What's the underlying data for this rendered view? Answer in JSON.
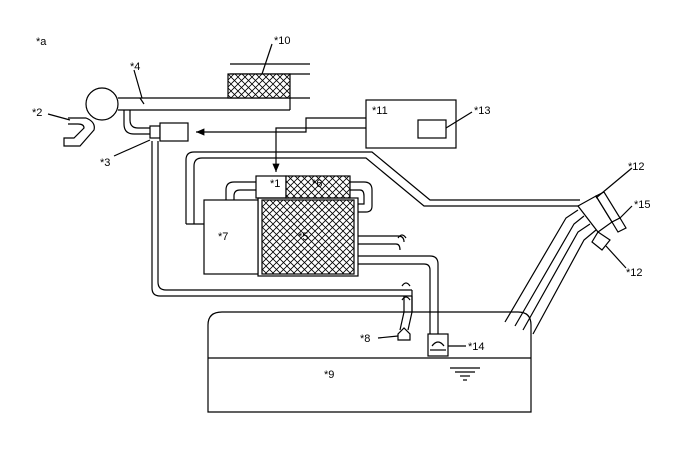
{
  "diagram": {
    "corner_label": "*a",
    "callouts": {
      "c1": "*1",
      "c2": "*2",
      "c3": "*3",
      "c4": "*4",
      "c5": "*5",
      "c6": "*6",
      "c7": "*7",
      "c8": "*8",
      "c9": "*9",
      "c10": "*10",
      "c11": "*11",
      "c12a": "*12",
      "c12b": "*12",
      "c13": "*13",
      "c14": "*14",
      "c15": "*15"
    }
  }
}
